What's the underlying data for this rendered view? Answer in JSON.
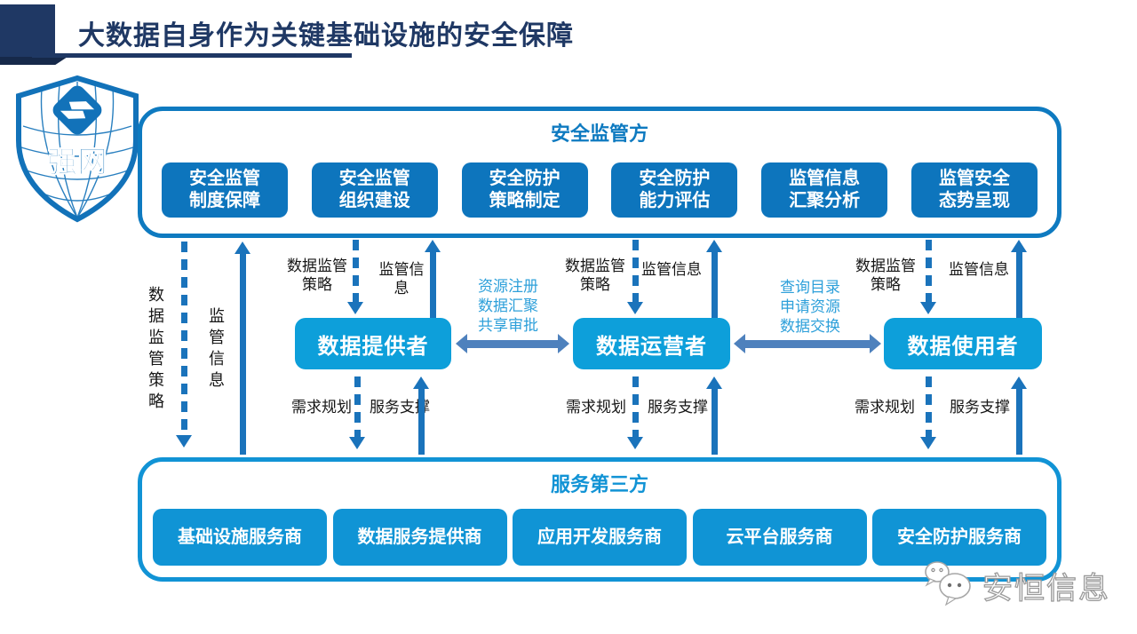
{
  "slide": {
    "title": "大数据自身作为关键基础设施的安全保障"
  },
  "logo": {
    "label": "强网"
  },
  "colors": {
    "navy": "#1f3864",
    "deep_blue": "#0e7ac0",
    "top_box_blue": "#0d75bd",
    "actor_cyan": "#0d9fda",
    "bottom_cyan": "#1094d5",
    "arrow_blue": "#1a73bb",
    "steel_blue": "#4e81bd",
    "light_blue_label": "#2ea0da"
  },
  "regulator": {
    "title": "安全监管方",
    "boxes": [
      {
        "label": "安全监管\n制度保障"
      },
      {
        "label": "安全监管\n组织建设"
      },
      {
        "label": "安全防护\n策略制定"
      },
      {
        "label": "安全防护\n能力评估"
      },
      {
        "label": "监管信息\n汇聚分析"
      },
      {
        "label": "监管安全\n态势呈现"
      }
    ]
  },
  "left_channel": {
    "policy": "数据监管策略",
    "info": "监管信息"
  },
  "columns": [
    {
      "box": "数据提供者",
      "policy": "数据监管\n策略",
      "info": "监管信息",
      "demand": "需求规划",
      "support": "服务支撑"
    },
    {
      "box": "数据运营者",
      "policy": "数据监管\n策略",
      "info": "监管信息",
      "demand": "需求规划",
      "support": "服务支撑"
    },
    {
      "box": "数据使用者",
      "policy": "数据监管\n策略",
      "info": "监管信息",
      "demand": "需求规划",
      "support": "服务支撑"
    }
  ],
  "connectors": [
    {
      "label": "资源注册\n数据汇聚\n共享审批"
    },
    {
      "label": "查询目录\n申请资源\n数据交换"
    }
  ],
  "service": {
    "title": "服务第三方",
    "boxes": [
      {
        "label": "基础设施服务商"
      },
      {
        "label": "数据服务提供商"
      },
      {
        "label": "应用开发服务商"
      },
      {
        "label": "云平台服务商"
      },
      {
        "label": "安全防护服务商"
      }
    ]
  },
  "watermark": {
    "text": "安恒信息"
  }
}
